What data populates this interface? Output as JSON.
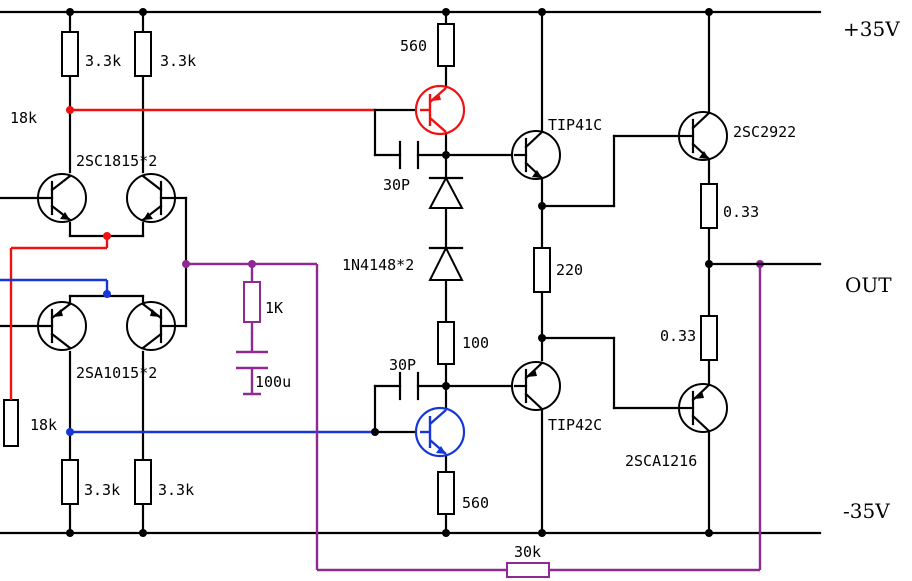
{
  "rails": {
    "positive": "+35V",
    "negative": "-35V",
    "output": "OUT"
  },
  "resistors": {
    "r_top_left": "3.3k",
    "r_top_mid": "3.3k",
    "r_bias_top": "18k",
    "r_vas_top": "560",
    "r_1k": "1K",
    "r_100": "100",
    "r_220": "220",
    "r_bias_bottom": "18k",
    "r_bot_left": "3.3k",
    "r_bot_mid": "3.3k",
    "r_vas_bottom": "560",
    "r_emitter_top": "0.33",
    "r_emitter_bottom": "0.33",
    "r_feedback": "30k"
  },
  "capacitors": {
    "c_top": "30P",
    "c_bottom": "30P",
    "c_100u": "100u"
  },
  "diodes": {
    "d_pair": "1N4148*2"
  },
  "transistors": {
    "diff_npn": "2SC1815*2",
    "diff_pnp": "2SA1015*2",
    "driver_npn": "TIP41C",
    "driver_pnp": "TIP42C",
    "output_npn": "2SC2922",
    "output_pnp": "2SCA1216"
  },
  "colors": {
    "red_net": "#e11111",
    "blue_net": "#1637d6",
    "purple_net": "#8e2a92",
    "wire": "#000000"
  }
}
